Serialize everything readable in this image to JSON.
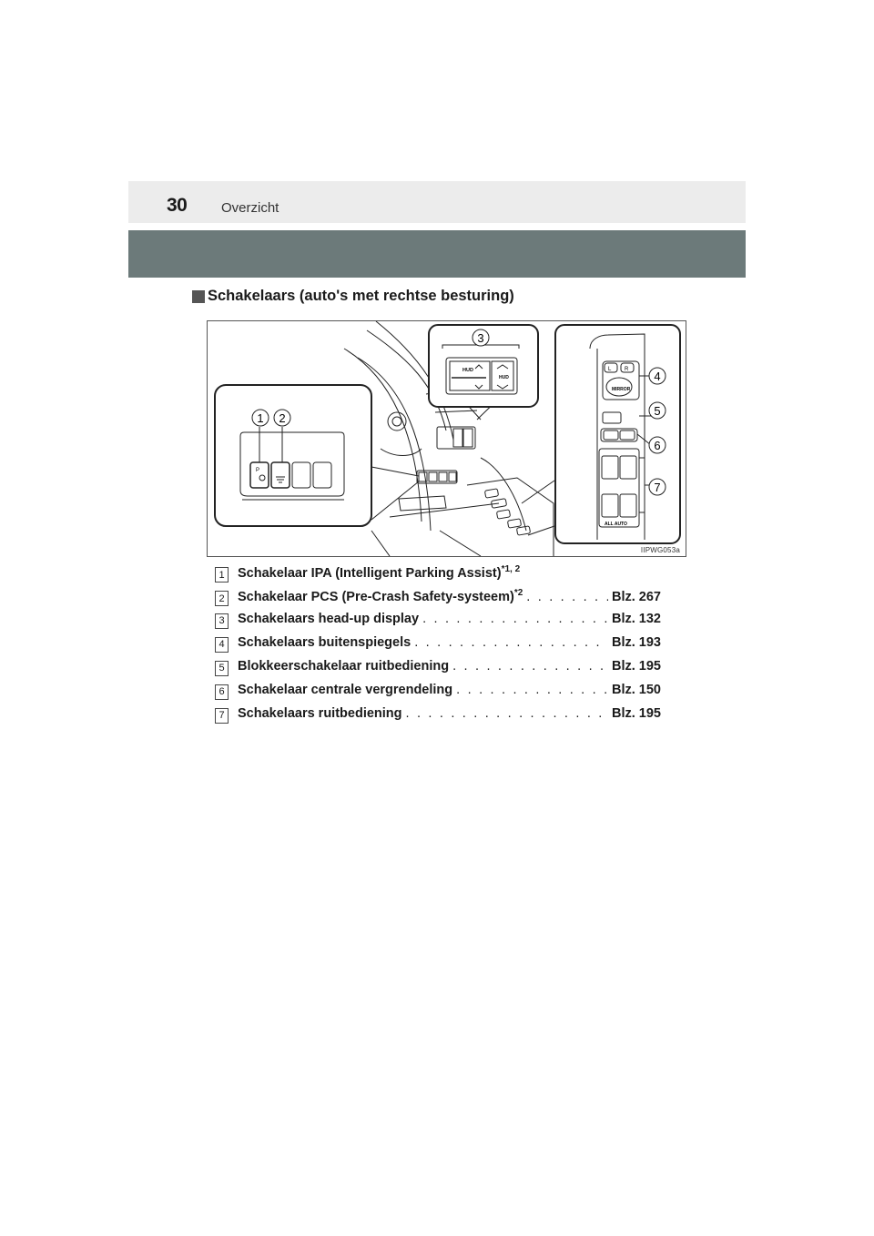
{
  "header": {
    "page_number": "30",
    "section": "Overzicht"
  },
  "subheading": "Schakelaars (auto's met rechtse besturing)",
  "figure": {
    "code": "IIPWG053a",
    "callouts": [
      "1",
      "2",
      "3",
      "4",
      "5",
      "6",
      "7"
    ],
    "switch_text": {
      "hud_left": "HUD",
      "hud_right": "HUD",
      "mirror": "MIRROR",
      "all_auto": "ALL AUTO",
      "mirror_l": "L",
      "mirror_r": "R"
    }
  },
  "items": [
    {
      "num": "1",
      "label": "Schakelaar IPA (Intelligent Parking Assist)",
      "sup": "*1, 2",
      "page": ""
    },
    {
      "num": "2",
      "label": "Schakelaar PCS (Pre-Crash Safety-systeem)",
      "sup": "*2",
      "page": "Blz. 267"
    },
    {
      "num": "3",
      "label": "Schakelaars head-up display",
      "sup": "",
      "page": "Blz. 132"
    },
    {
      "num": "4",
      "label": "Schakelaars buitenspiegels",
      "sup": "",
      "page": "Blz. 193"
    },
    {
      "num": "5",
      "label": "Blokkeerschakelaar ruitbediening",
      "sup": "",
      "page": "Blz. 195"
    },
    {
      "num": "6",
      "label": "Schakelaar centrale vergrendeling",
      "sup": "",
      "page": "Blz. 150"
    },
    {
      "num": "7",
      "label": "Schakelaars ruitbediening",
      "sup": "",
      "page": "Blz. 195"
    }
  ]
}
